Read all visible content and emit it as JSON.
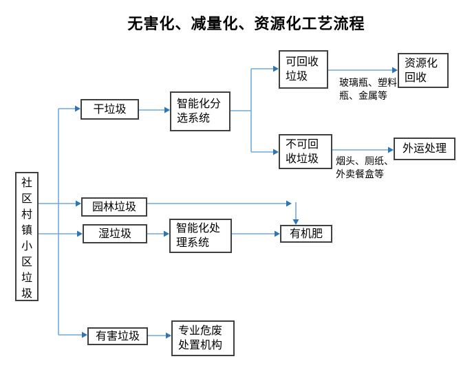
{
  "title": "无害化、减量化、资源化工艺流程",
  "nodes": {
    "source": "社区村镇小区垃圾",
    "dry": "干垃圾",
    "garden": "园林垃圾",
    "wet": "湿垃圾",
    "hazardous": "有害垃圾",
    "sorting_system": "智能化分选系统",
    "recyclable": "可回收垃圾",
    "non_recyclable": "不可回收垃圾",
    "resource_recovery": "资源化回收",
    "external_disposal": "外运处理",
    "processing_system": "智能化处理系统",
    "organic_fertilizer": "有机肥",
    "hazwaste_agency": "专业危废处置机构"
  },
  "edge_labels": {
    "recyclable_examples": "玻璃瓶、塑料瓶、金属等",
    "non_recyclable_examples": "烟头、厕纸、外卖餐盒等"
  },
  "edges": [
    [
      "source",
      "dry"
    ],
    [
      "source",
      "garden"
    ],
    [
      "source",
      "wet"
    ],
    [
      "source",
      "hazardous"
    ],
    [
      "dry",
      "sorting_system"
    ],
    [
      "sorting_system",
      "recyclable"
    ],
    [
      "sorting_system",
      "non_recyclable"
    ],
    [
      "recyclable",
      "resource_recovery"
    ],
    [
      "non_recyclable",
      "external_disposal"
    ],
    [
      "garden",
      "organic_fertilizer"
    ],
    [
      "wet",
      "processing_system"
    ],
    [
      "processing_system",
      "organic_fertilizer"
    ],
    [
      "hazardous",
      "hazwaste_agency"
    ]
  ],
  "colors": {
    "connector": "#6FA8DC",
    "arrowhead": "#2E75B6",
    "box_border": "#3F3F3F",
    "text": "#000000",
    "background": "#FFFFFF"
  }
}
